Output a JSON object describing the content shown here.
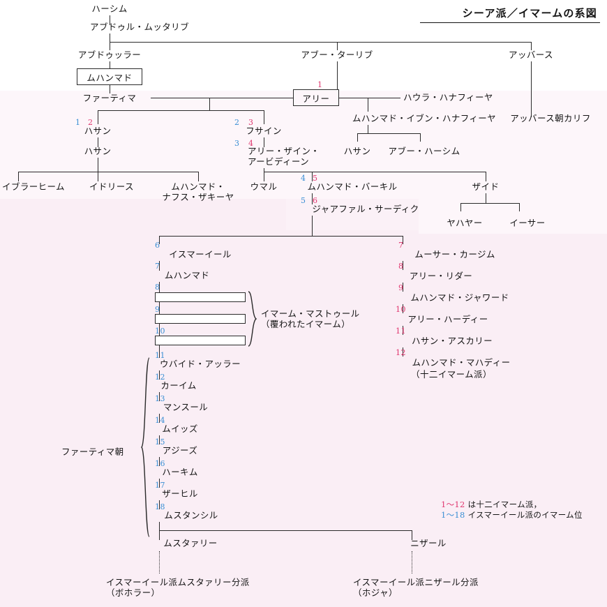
{
  "title": "シーア派／イマームの系図",
  "colors": {
    "ismaili_number": "#3a8fd4",
    "twelver_number": "#e0376f",
    "line": "#2a2a2a",
    "background": "#ffffff",
    "tint": "#fbf1f7"
  },
  "legend": {
    "line1_range": "1〜12",
    "line1_text": " は十二イマーム派，",
    "line2_range": "1〜18",
    "line2_text": " イスマーイール派のイマーム位"
  },
  "persons": {
    "hashim": "ハーシム",
    "abdul_muttalib": "アブドゥル・ムッタリブ",
    "abdullah": "アブドゥッラー",
    "muhammad": "ムハンマド",
    "abu_talib": "アブー・ターリブ",
    "abbas": "アッバース",
    "fatima": "ファーティマ",
    "ali": "アリー",
    "hawla_hanafiya": "ハウラ・ハナフィーヤ",
    "muhammad_ibn_hanafiya": "ムハンマド・イブン・ハナフィーヤ",
    "abbasid_caliphs": "アッバース朝カリフ",
    "hasan": "ハサン",
    "husayn": "フサイン",
    "hasan2": "ハサン",
    "ali_zayn_l1": "アリー・ザイン・",
    "ali_zayn_l2": "アービディーン",
    "hanafiya_hasan": "ハサン",
    "abu_hashim": "アブー・ハーシム",
    "ibrahim": "イブラーヒーム",
    "idris": "イドリース",
    "muh_nafs_l1": "ムハンマド・",
    "muh_nafs_l2": "ナフス・ザキーヤ",
    "umar": "ウマル",
    "muhammad_baqir": "ムハンマド・バーキル",
    "zayd": "ザイド",
    "jafar_sadiq": "ジャアファル・サーディク",
    "yahya": "ヤハヤー",
    "isa": "イーサー",
    "ismail": "イスマーイール",
    "muhammad_ism": "ムハンマド",
    "ubayd_allah": "ウバイド・アッラー",
    "qaim": "カーイム",
    "mansur": "マンスール",
    "muizz": "ムイッズ",
    "aziz": "アジーズ",
    "hakim": "ハーキム",
    "zahir": "ザーヒル",
    "mustansir": "ムスタンシル",
    "mustali": "ムスタァリー",
    "nizar": "ニザール",
    "musa_kazim": "ムーサー・カージム",
    "ali_rida": "アリー・リダー",
    "muhammad_jawad": "ムハンマド・ジャワード",
    "ali_hadi": "アリー・ハーディー",
    "hasan_askari": "ハサン・アスカリー",
    "muhammad_mahdi": "ムハンマド・マハディー",
    "mahdi_note": "（十二イマーム派）"
  },
  "groups": {
    "imam_mastur_l1": "イマーム・マストゥール",
    "imam_mastur_l2": "（覆われたイマーム）",
    "fatimid_dynasty": "ファーティマ朝"
  },
  "branches": {
    "mustali_sect_l1": "イスマーイール派ムスタァリー分派",
    "mustali_sect_l2": "（ボホラー）",
    "nizari_sect_l1": "イスマーイール派ニザール分派",
    "nizari_sect_l2": "（ホジャ）"
  },
  "numbers": {
    "hasan_ism": "1",
    "hasan_twl": "2",
    "husayn_ism": "2",
    "husayn_twl": "3",
    "zayn_ism": "3",
    "zayn_twl": "4",
    "baqir_ism": "4",
    "baqir_twl": "5",
    "jafar_ism": "5",
    "jafar_twl": "6",
    "ali_twl": "1",
    "ismail_ism": "6",
    "muhammad_ism_n": "7",
    "hidden1": "8",
    "hidden2": "9",
    "hidden3": "10",
    "ubayd_allah_n": "11",
    "qaim_n": "12",
    "mansur_n": "13",
    "muizz_n": "14",
    "aziz_n": "15",
    "hakim_n": "16",
    "zahir_n": "17",
    "mustansir_n": "18",
    "musa_kazim_n": "7",
    "ali_rida_n": "8",
    "muhammad_jawad_n": "9",
    "ali_hadi_n": "10",
    "hasan_askari_n": "11",
    "muhammad_mahdi_n": "12"
  }
}
